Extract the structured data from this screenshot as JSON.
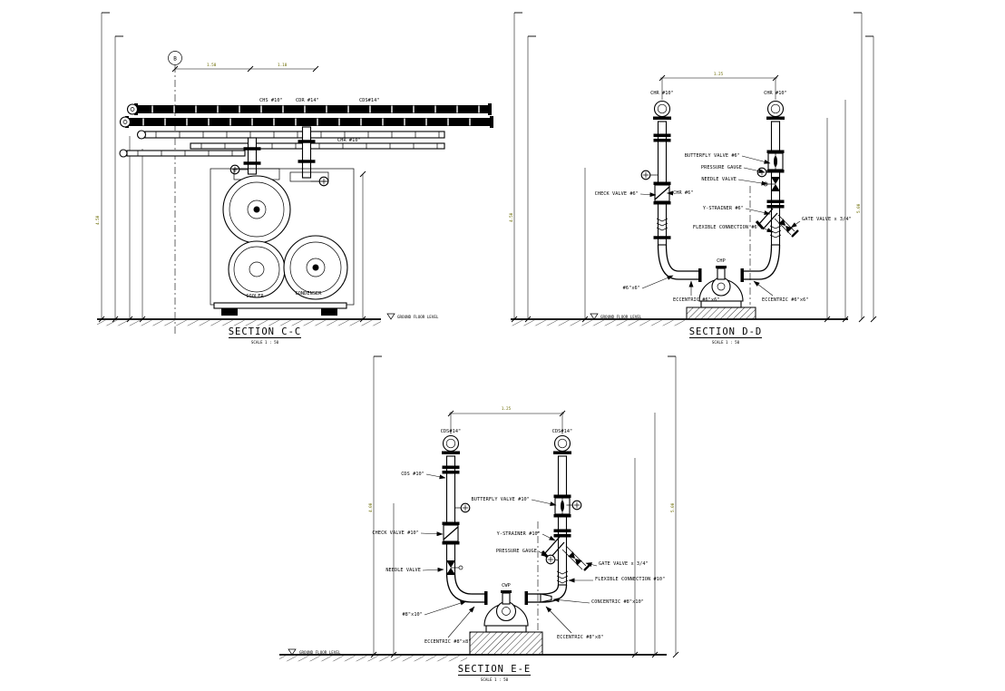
{
  "colors": {
    "background": "#ffffff",
    "line": "#000000",
    "dim_text": "#6b6b00"
  },
  "common": {
    "ground_label": "GROUND FLOOR LEVEL",
    "scale_label": "SCALE  1 : 50"
  },
  "section_cc": {
    "title": "SECTION C-C",
    "grid_bubble": "B",
    "pipe_labels": {
      "chs": "CHS #10\"",
      "cdr": "CDR #14\"",
      "cds": "CDS#14\"",
      "chr": "CHR #10\""
    },
    "equipment": {
      "cooler": "COOLER",
      "condenser": "CONDENSER"
    }
  },
  "section_dd": {
    "title": "SECTION D-D",
    "riser_left": "CHR #10\"",
    "riser_right": "CHR #10\"",
    "pump": "CHP",
    "callouts": {
      "check_valve": "CHECK VALVE #6\"",
      "pipe_tag": "CHR #6\"",
      "butterfly_valve": "BUTTERFLY VALVE #6\"",
      "pressure_gauge": "PRESSURE GAUGE",
      "needle_valve": "NEEDLE VALVE",
      "y_strainer": "Y-STRAINER #6\"",
      "flexible_connection": "FLEXIBLE CONNECTION #6\"",
      "gate_valve": "GATE VALVE x 3/4\"",
      "reducer": "#6\"x6\"",
      "eccentric_left": "ECCENTRIC #6\"x6\"",
      "eccentric_right": "ECCENTRIC #6\"x6\""
    }
  },
  "section_ee": {
    "title": "SECTION E-E",
    "riser_left": "CDS#14\"",
    "riser_right": "CDS#14\"",
    "pump": "CWP",
    "callouts": {
      "pipe_tag": "CDS #10\"",
      "check_valve": "CHECK VALVE #10\"",
      "needle_valve": "NEEDLE VALVE",
      "butterfly_valve": "BUTTERFLY VALVE #10\"",
      "y_strainer": "Y-STRAINER #10\"",
      "pressure_gauge": "PRESSURE GAUGE",
      "gate_valve": "GATE VALVE x 3/4\"",
      "flexible_connection": "FLEXIBLE CONNECTION #10\"",
      "concentric": "CONCENTRIC #8\"x10\"",
      "reducer": "#8\"x10\"",
      "eccentric_left": "ECCENTRIC #8\"x8\"",
      "eccentric_right": "ECCENTRIC #8\"x8\""
    }
  },
  "dimensions": {
    "cc_top_left": "1.50",
    "cc_top_right": "1.10",
    "dd_top": "1.25",
    "ee_top": "1.25",
    "cc_height": "4.50",
    "dd_height_left": "4.50",
    "dd_height_right": "5.00",
    "ee_height_left": "4.00",
    "ee_height_right": "5.00"
  }
}
